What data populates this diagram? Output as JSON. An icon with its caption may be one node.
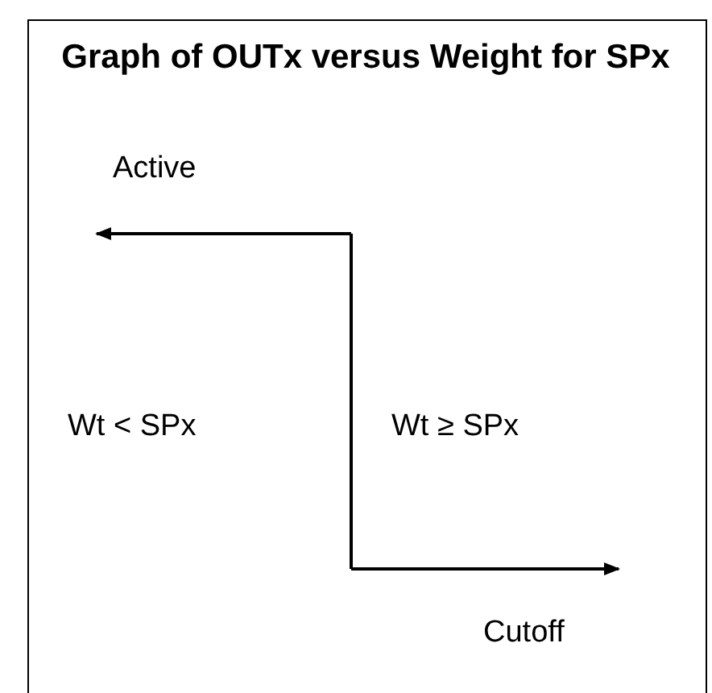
{
  "diagram": {
    "title": "Graph of OUTx versus Weight for SPx",
    "labels": [
      "Active",
      "Wt < SPx",
      "Wt ≥ SPx",
      "Cutoff"
    ]
  }
}
